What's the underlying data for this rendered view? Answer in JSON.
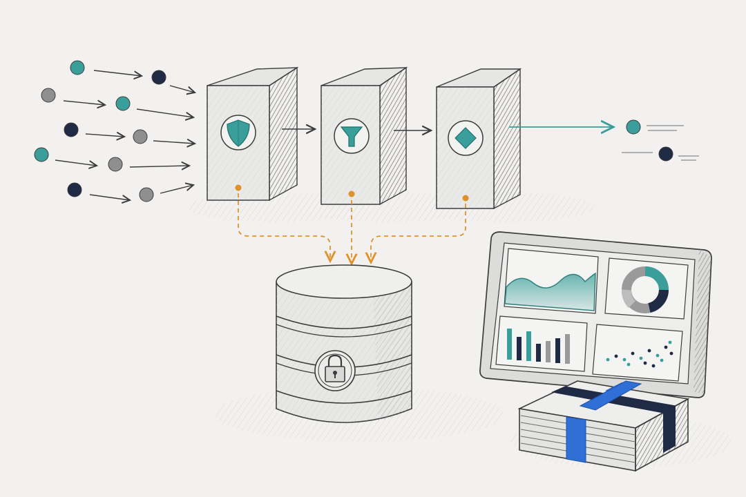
{
  "palette": {
    "background": "#f2f1ef",
    "teal": "#3a9e9a",
    "navy": "#1f2a44",
    "gray": "#8f8f8f",
    "orange": "#e0922a",
    "blue": "#2f6fd6",
    "pencil": "#3b3b3b"
  },
  "incoming_particles": [
    {
      "color": "teal"
    },
    {
      "color": "navy"
    },
    {
      "color": "gray"
    },
    {
      "color": "teal"
    },
    {
      "color": "navy"
    },
    {
      "color": "gray"
    },
    {
      "color": "teal"
    },
    {
      "color": "gray"
    },
    {
      "color": "navy"
    },
    {
      "color": "gray"
    }
  ],
  "pipeline_stages": [
    {
      "icon": "shield-icon"
    },
    {
      "icon": "funnel-icon"
    },
    {
      "icon": "diamond-icon"
    }
  ],
  "outgoing_particles": [
    {
      "color": "teal"
    },
    {
      "color": "navy"
    }
  ],
  "storage": {
    "icon": "padlock-icon"
  },
  "dashboard": {
    "panels": [
      "area-chart",
      "donut-chart",
      "bar-chart",
      "scatter-dots"
    ]
  },
  "archive": {
    "strap_color": "blue",
    "tie_color": "navy"
  }
}
